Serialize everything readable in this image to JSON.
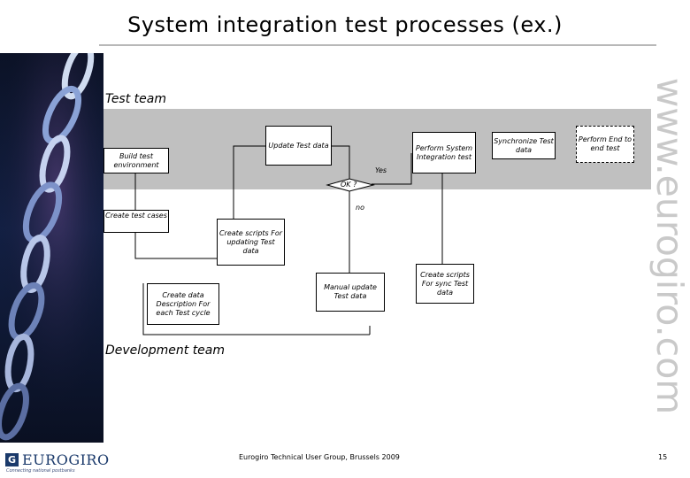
{
  "slide": {
    "title": "System integration test processes (ex.)",
    "watermark": "www.eurogiro.com",
    "page_number": "15"
  },
  "lanes": {
    "test_team": "Test team",
    "development_team": "Development team"
  },
  "boxes": {
    "build_test_environment": "Build test environment",
    "update_test_data": "Update Test data",
    "perform_system_integration_test": "Perform System Integration test",
    "synchronize_test_data": "Synchronize Test data",
    "perform_end_to_end_test": "Perform End to end test",
    "create_test_cases": "Create test cases",
    "create_scripts_updating": "Create scripts For updating Test data",
    "create_data_description": "Create data Description For each Test cycle",
    "manual_update_test_data": "Manual update Test data",
    "create_scripts_sync": "Create scripts For sync Test data"
  },
  "decision": {
    "label": "OK ?",
    "yes": "Yes",
    "no": "no"
  },
  "footer": {
    "logo_text": "EUROGIRO",
    "logo_mark": "G",
    "logo_tagline": "Connecting national postbanks",
    "text": "Eurogiro Technical User Group, Brussels 2009"
  }
}
